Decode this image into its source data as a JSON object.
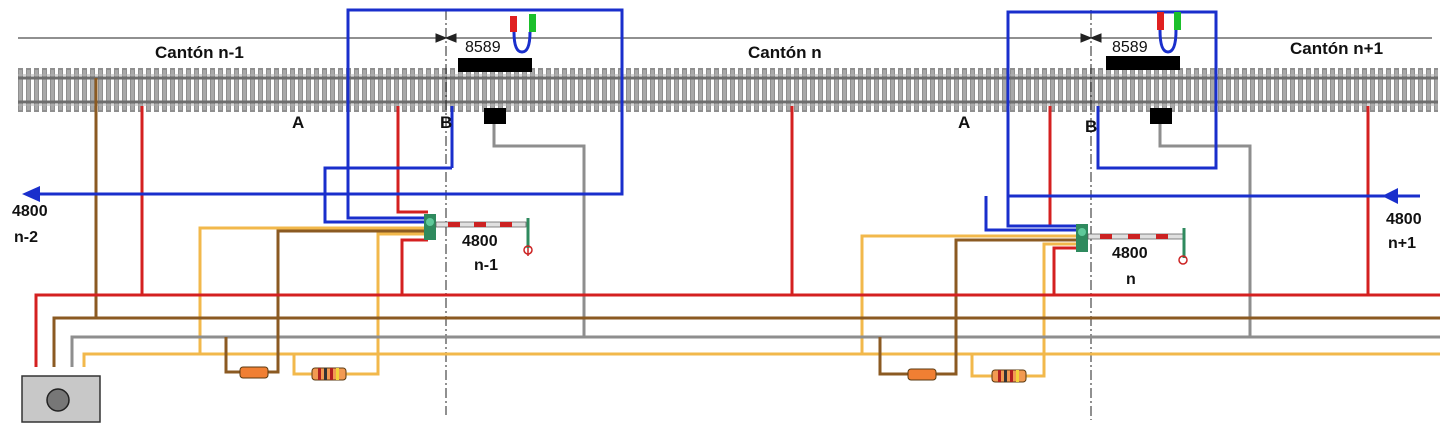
{
  "cantons": {
    "prev": "Cantón n-1",
    "current": "Cantón n",
    "next": "Cantón n+1"
  },
  "points": {
    "a1": "A",
    "b1": "B",
    "a2": "A",
    "b2": "B"
  },
  "decoders": {
    "d8589_1": "8589",
    "d8589_2": "8589"
  },
  "signals": {
    "s1_model": "4800",
    "s1_sub": "n-1",
    "s2_model": "4800",
    "s2_sub": "n"
  },
  "bus": {
    "left_model": "4800",
    "left_sub": "n-2",
    "right_model": "4800",
    "right_sub": "n+1"
  },
  "colors": {
    "red": "#d42020",
    "blue": "#1a2fcc",
    "brown": "#8b5a22",
    "gray": "#8e8e8e",
    "yellow": "#f2b84b",
    "rail": "#7a7a7a",
    "tie": "#8f8f8f",
    "box": "#c8c8c8"
  }
}
